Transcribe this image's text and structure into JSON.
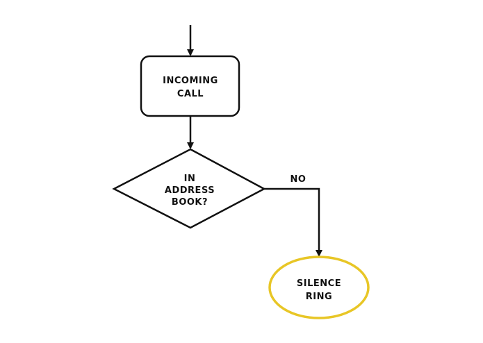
{
  "diagram": {
    "nodes": {
      "incoming_call": {
        "shape": "rounded-rectangle",
        "line1": "INCOMING",
        "line2": "CALL"
      },
      "in_address_book": {
        "shape": "diamond",
        "line1": "IN",
        "line2": "ADDRESS",
        "line3": "BOOK?"
      },
      "silence_ring": {
        "shape": "ellipse",
        "line1": "SILENCE",
        "line2": "RING",
        "border_color": "#E8C626"
      }
    },
    "edges": {
      "entry_to_incoming_call": {
        "label": ""
      },
      "incoming_call_to_in_address_book": {
        "label": ""
      },
      "in_address_book_to_silence_ring": {
        "label": "NO"
      }
    },
    "colors": {
      "stroke": "#111111",
      "highlight": "#E8C626",
      "background": "#FFFFFF"
    }
  }
}
